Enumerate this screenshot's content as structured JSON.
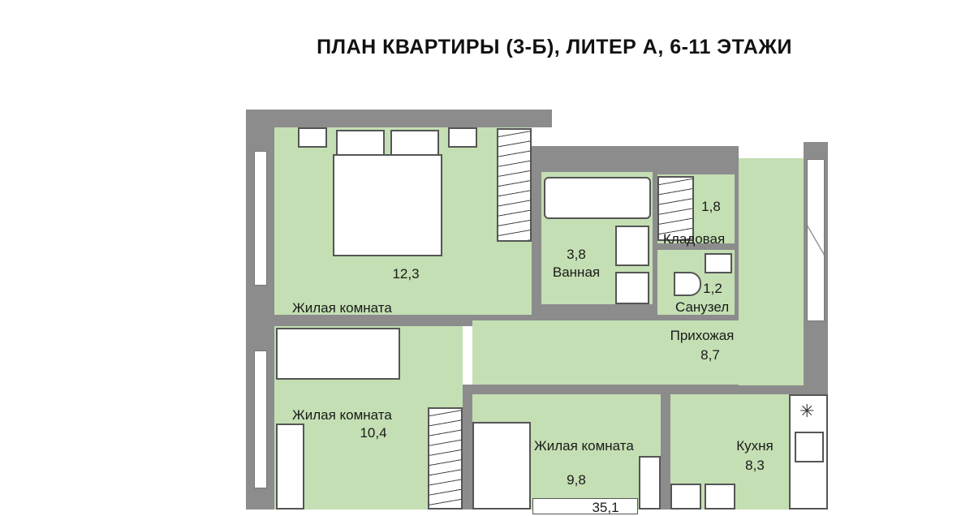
{
  "title": "ПЛАН КВАРТИРЫ (3-Б), ЛИТЕР А, 6-11 ЭТАЖИ",
  "rooms": {
    "bedroom": {
      "name": "Жилая комната",
      "area": "12,3"
    },
    "bathroom": {
      "name": "Ванная",
      "area": "3,8"
    },
    "storage": {
      "name": "Кладовая",
      "area": "1,8"
    },
    "wc": {
      "name": "Санузел",
      "area": "1,2"
    },
    "hallway": {
      "name": "Прихожая",
      "area": "8,7"
    },
    "room2": {
      "name": "Жилая комната",
      "area": "10,4"
    },
    "room3": {
      "name": "Жилая комната",
      "area": "9,8"
    },
    "kitchen": {
      "name": "Кухня",
      "area": "8,3"
    }
  },
  "total_area": "35,1",
  "colors": {
    "room": "#c4dfb3",
    "wall": "#8c8c8c"
  }
}
